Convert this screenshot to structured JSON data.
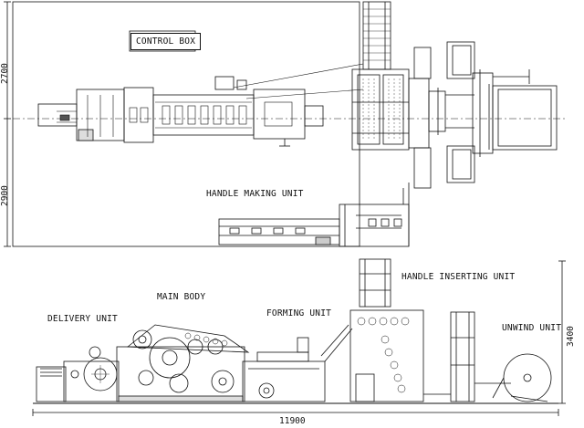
{
  "labels": {
    "control_box": "CONTROL BOX",
    "handle_making_unit": "HANDLE MAKING UNIT",
    "handle_inserting_unit": "HANDLE INSERTING UNIT",
    "main_body": "MAIN BODY",
    "delivery_unit": "DELIVERY UNIT",
    "forming_unit": "FORMING UNIT",
    "unwind_unit": "UNWIND UNIT"
  },
  "dimensions": {
    "top_upper_height": "2700",
    "top_lower_height": "2900",
    "side_height": "3400",
    "overall_length": "11900"
  }
}
